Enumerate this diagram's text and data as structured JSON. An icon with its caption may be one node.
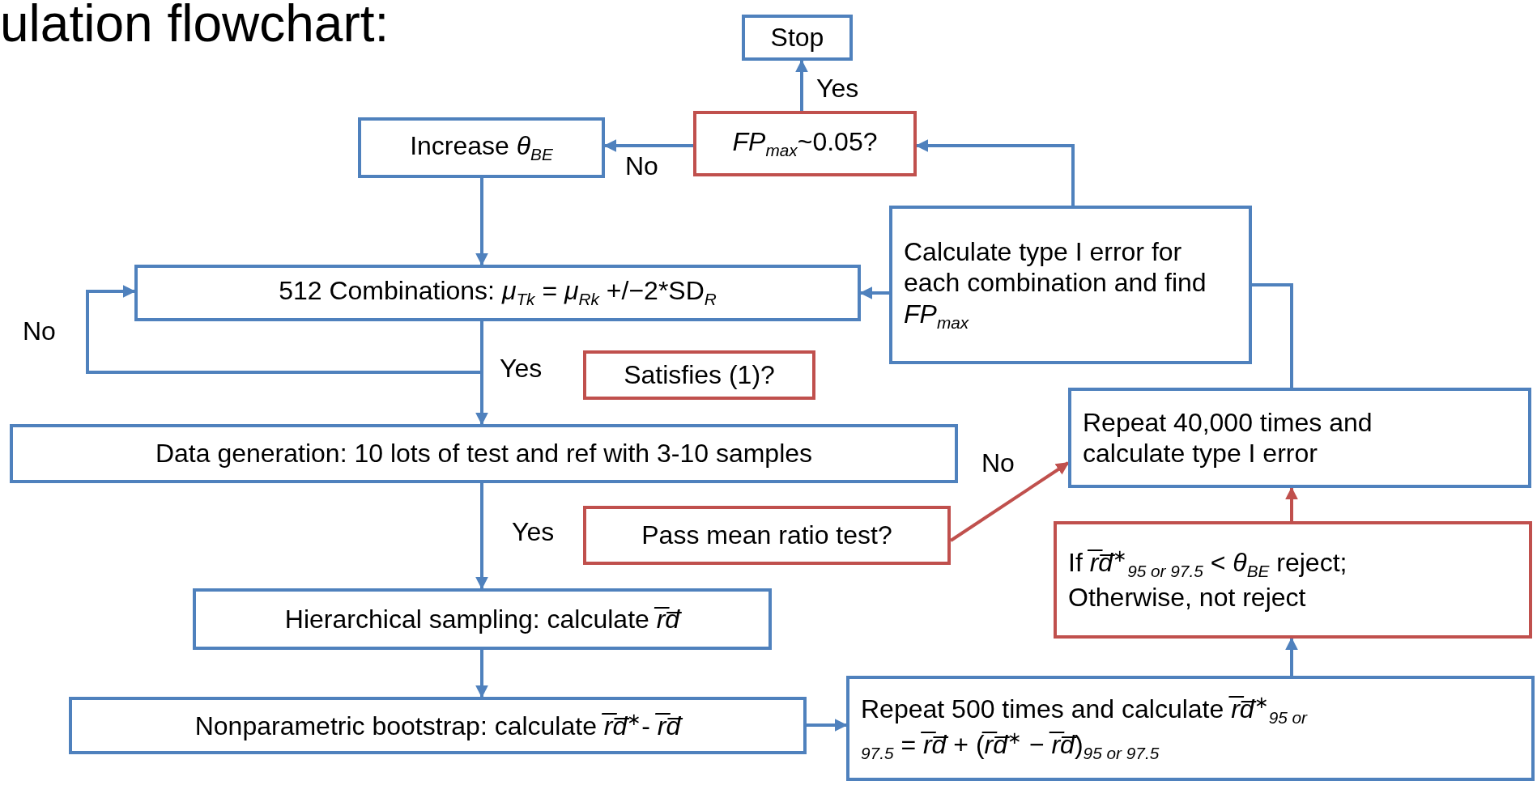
{
  "diagram": {
    "title": "ulation flowchart:",
    "nodes": [
      {
        "text": [
          "Stop"
        ]
      },
      {
        "text": [
          "*FP*$_{max}$~0.05?"
        ]
      },
      {
        "text": [
          "Increase *θ*$_{BE}$"
        ]
      },
      {
        "text": [
          "512 Combinations: *μ*$_{Tk}$ = *μ*$_{Rk}$ +/−2*SD$_{R}$"
        ]
      },
      {
        "text": [
          "Calculate type I error for each combination and find *FP*$_{max}$"
        ]
      },
      {
        "text": [
          "Satisfies (1)?"
        ]
      },
      {
        "text": [
          "Data generation: 10 lots of test and ref with 3-10 samples"
        ]
      },
      {
        "text": [
          "Repeat 40,000 times and calculate type I error"
        ]
      },
      {
        "text": [
          "Pass mean ratio test?"
        ]
      },
      {
        "text": [
          "If *r̅d̅*$^{∗}$$_{95 or 97.5}$ < *θ*$_{BE}$ reject; Otherwise, not reject"
        ]
      },
      {
        "text": [
          "Hierarchical sampling: calculate *r̅d̅*"
        ]
      },
      {
        "text": [
          "Nonparametric bootstrap: calculate *r̅d̅*$^{∗}$- *r̅d̅*"
        ]
      },
      {
        "text": [
          "Repeat 500 times and calculate *r̅d̅*$^{∗}$$_{95 or 97.5}$ = *r̅d̅* + (*r̅d̅*$^{∗}$ − *r̅d̅*)$_{95 or 97.5}$"
        ]
      }
    ],
    "edges": [
      {
        "from": 1,
        "to": 0,
        "arrow": "to",
        "label": "Yes"
      },
      {
        "from": 1,
        "to": 2,
        "arrow": "to",
        "label": "No"
      },
      {
        "from": 2,
        "to": 3,
        "arrow": "to"
      },
      {
        "from": 3,
        "to": 3,
        "arrow": "to",
        "label": "No"
      },
      {
        "from": 3,
        "to": 6,
        "arrow": "to",
        "label": "Yes"
      },
      {
        "from": 4,
        "to": 3,
        "arrow": "to"
      },
      {
        "from": 4,
        "to": 1,
        "arrow": "to"
      },
      {
        "from": 6,
        "to": 10,
        "arrow": "to",
        "label": "Yes"
      },
      {
        "from": 8,
        "to": 7,
        "arrow": "to",
        "label": "No",
        "color": "#c0504d"
      },
      {
        "from": 10,
        "to": 11,
        "arrow": "to"
      },
      {
        "from": 11,
        "to": 12,
        "arrow": "to"
      },
      {
        "from": 12,
        "to": 9,
        "arrow": "to"
      },
      {
        "from": 9,
        "to": 7,
        "arrow": "to",
        "color": "#c0504d"
      },
      {
        "from": 7,
        "to": 4,
        "arrow": "none"
      }
    ]
  }
}
